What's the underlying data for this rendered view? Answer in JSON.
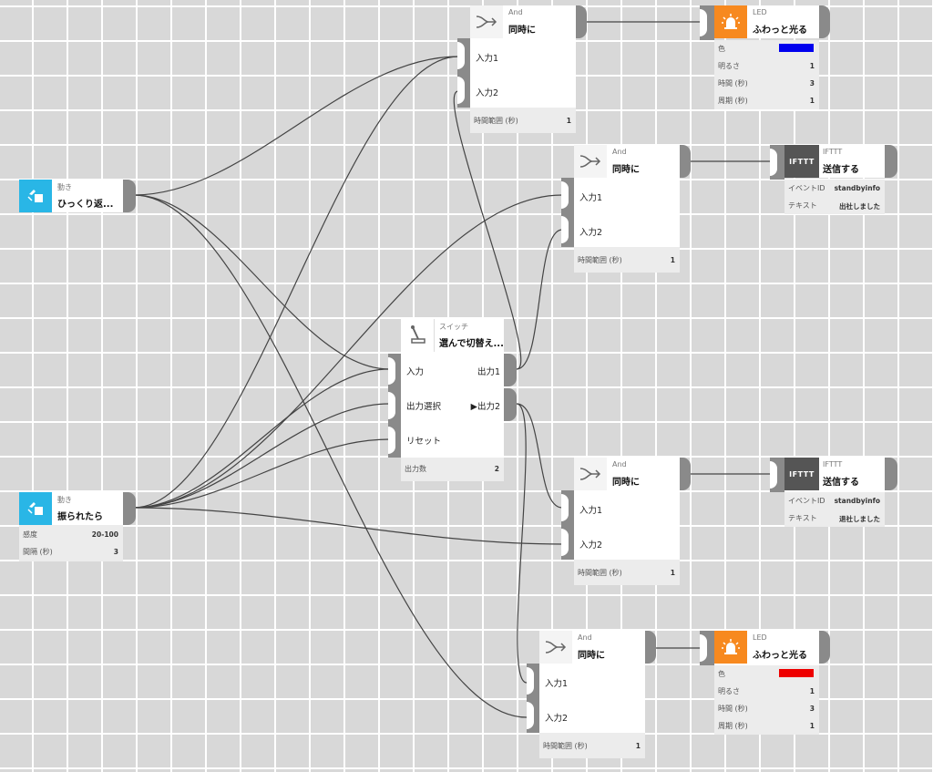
{
  "nodes": {
    "motion1": {
      "category": "動き",
      "name": "ひっくり返..."
    },
    "motion2": {
      "category": "動き",
      "name": "振られたら",
      "props": [
        {
          "k": "感度",
          "v": "20-100"
        },
        {
          "k": "間隔 (秒)",
          "v": "3"
        }
      ]
    },
    "switch": {
      "category": "スイッチ",
      "name": "選んで切替え...",
      "inputs": [
        "入力",
        "出力選択",
        "リセット"
      ],
      "outputs": [
        "出力1",
        "▶出力2"
      ],
      "foot": {
        "k": "出力数",
        "v": "2"
      }
    },
    "and1": {
      "category": "And",
      "name": "同時に",
      "inputs": [
        "入力1",
        "入力2"
      ],
      "foot": {
        "k": "時間範囲 (秒)",
        "v": "1"
      }
    },
    "and2": {
      "category": "And",
      "name": "同時に",
      "inputs": [
        "入力1",
        "入力2"
      ],
      "foot": {
        "k": "時間範囲 (秒)",
        "v": "1"
      }
    },
    "and3": {
      "category": "And",
      "name": "同時に",
      "inputs": [
        "入力1",
        "入力2"
      ],
      "foot": {
        "k": "時間範囲 (秒)",
        "v": "1"
      }
    },
    "and4": {
      "category": "And",
      "name": "同時に",
      "inputs": [
        "入力1",
        "入力2"
      ],
      "foot": {
        "k": "時間範囲 (秒)",
        "v": "1"
      }
    },
    "led1": {
      "category": "LED",
      "name": "ふわっと光る",
      "color": "#0000ee",
      "props": [
        {
          "k": "色",
          "v": ""
        },
        {
          "k": "明るさ",
          "v": "1"
        },
        {
          "k": "時間 (秒)",
          "v": "3"
        },
        {
          "k": "周期 (秒)",
          "v": "1"
        }
      ]
    },
    "led2": {
      "category": "LED",
      "name": "ふわっと光る",
      "color": "#ee0000",
      "props": [
        {
          "k": "色",
          "v": ""
        },
        {
          "k": "明るさ",
          "v": "1"
        },
        {
          "k": "時間 (秒)",
          "v": "3"
        },
        {
          "k": "周期 (秒)",
          "v": "1"
        }
      ]
    },
    "ifttt1": {
      "category": "IFTTT",
      "name": "送信する",
      "logo": "IFTTT",
      "props": [
        {
          "k": "イベントID",
          "v": "standbyinfo"
        },
        {
          "k": "テキスト",
          "v": "出社しました"
        }
      ]
    },
    "ifttt2": {
      "category": "IFTTT",
      "name": "送信する",
      "logo": "IFTTT",
      "props": [
        {
          "k": "イベントID",
          "v": "standbyinfo"
        },
        {
          "k": "テキスト",
          "v": "退社しました"
        }
      ]
    }
  },
  "colors": {
    "motion": "#29b6e6",
    "led": "#f7891f",
    "ifttt": "#555555",
    "wire": "#444444",
    "port": "#8a8a8a"
  }
}
